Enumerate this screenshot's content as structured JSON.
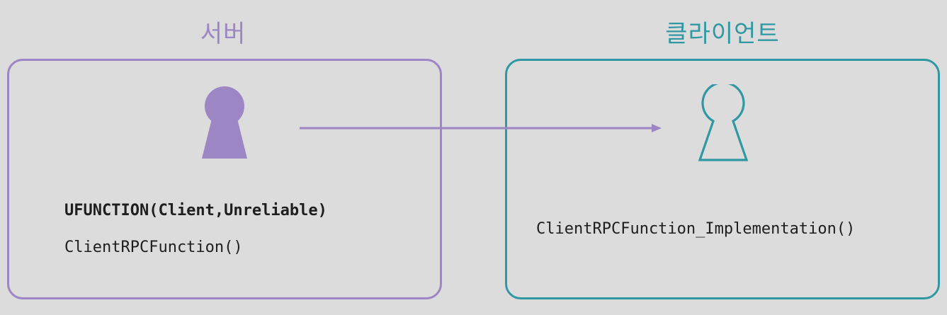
{
  "server": {
    "title": "서버",
    "color": "#9d86c4",
    "macro_text": "UFUNCTION(Client,Unreliable)",
    "function_text": "ClientRPCFunction()",
    "icon": "keyhole-filled-icon"
  },
  "client": {
    "title": "클라이언트",
    "color": "#2f98a3",
    "function_text": "ClientRPCFunction_Implementation()",
    "icon": "keyhole-outline-icon"
  },
  "arrow": {
    "color": "#9d86c4",
    "direction": "server-to-client"
  }
}
